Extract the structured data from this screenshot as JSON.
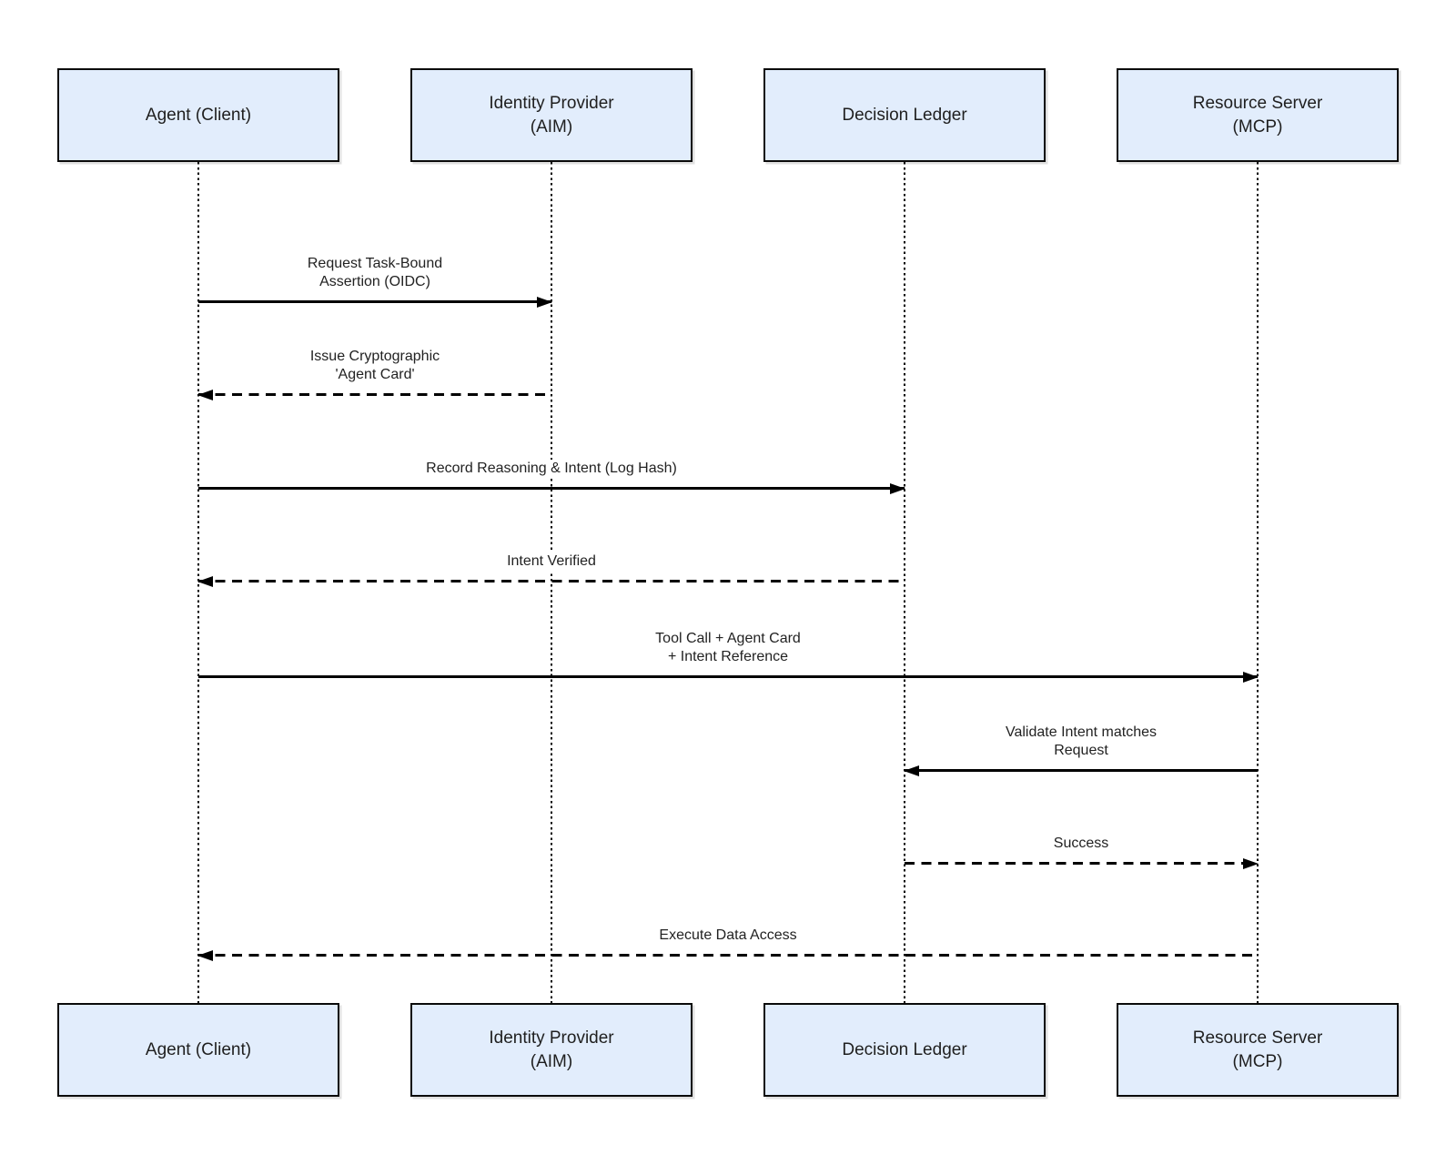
{
  "diagram": {
    "type": "sequence-diagram",
    "colors": {
      "background": "#ffffff",
      "actor_fill": "#e2edfc",
      "actor_border": "#0a0a0a",
      "line_color": "#000000",
      "text_color": "#1f1f1f"
    },
    "actors": [
      {
        "id": "agent",
        "label": "Agent (Client)"
      },
      {
        "id": "idp",
        "label": "Identity Provider\n(AIM)"
      },
      {
        "id": "ledger",
        "label": "Decision Ledger"
      },
      {
        "id": "resource",
        "label": "Resource Server\n(MCP)"
      }
    ],
    "messages": [
      {
        "from": "agent",
        "to": "idp",
        "style": "solid",
        "label": "Request Task-Bound Assertion (OIDC)"
      },
      {
        "from": "idp",
        "to": "agent",
        "style": "dashed",
        "label": "Issue Cryptographic 'Agent Card'"
      },
      {
        "from": "agent",
        "to": "ledger",
        "style": "solid",
        "label": "Record Reasoning & Intent (Log Hash)"
      },
      {
        "from": "ledger",
        "to": "agent",
        "style": "dashed",
        "label": "Intent Verified"
      },
      {
        "from": "agent",
        "to": "resource",
        "style": "solid",
        "label": "Tool Call + Agent Card\n+ Intent Reference"
      },
      {
        "from": "resource",
        "to": "ledger",
        "style": "solid",
        "label": "Validate Intent matches Request"
      },
      {
        "from": "ledger",
        "to": "resource",
        "style": "dashed",
        "label": "Success"
      },
      {
        "from": "resource",
        "to": "agent",
        "style": "dashed",
        "label": "Execute Data Access"
      }
    ]
  }
}
